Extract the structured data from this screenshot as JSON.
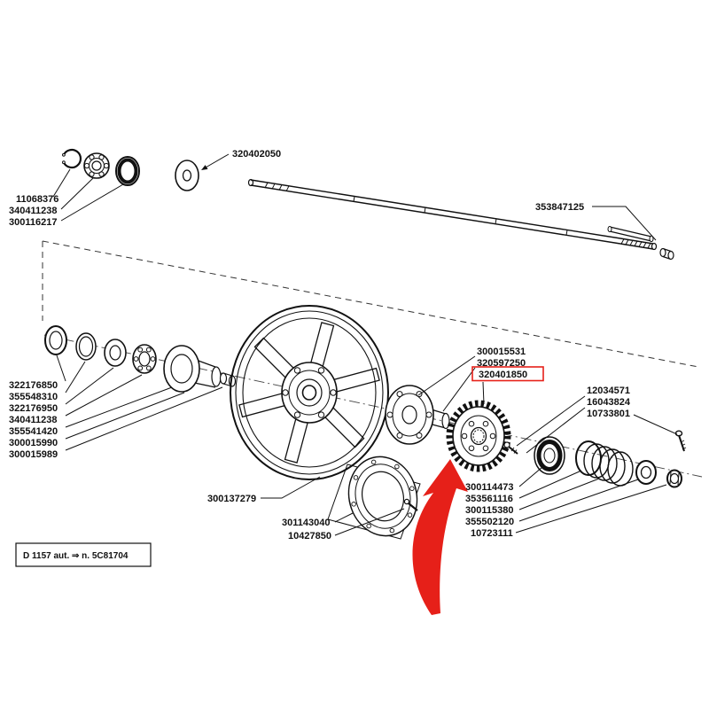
{
  "figure": {
    "kind": "exploded-parts-diagram",
    "note_box": "D 1157 aut. ⇒ n. 5C81704",
    "highlighted_part": "320401850",
    "colors": {
      "ink": "#111111",
      "highlight": "#e62019",
      "background": "#ffffff"
    },
    "labels": {
      "washer_top": "320402050",
      "axle": "353847125",
      "top_left": [
        "11068376",
        "340411238",
        "300116217"
      ],
      "left_stack": [
        "322176850",
        "355548310",
        "322176950",
        "340411238",
        "355541420",
        "300015990",
        "300015989"
      ],
      "wheel": "300137279",
      "brake_disc": [
        "301143040",
        "10427850"
      ],
      "hub": [
        "300015531",
        "320597250",
        "320401850"
      ],
      "fasteners": [
        "12034571",
        "16043824",
        "10733801"
      ],
      "drive_side": [
        "300114473",
        "353561116",
        "300115380",
        "355502120",
        "10723111"
      ]
    }
  }
}
